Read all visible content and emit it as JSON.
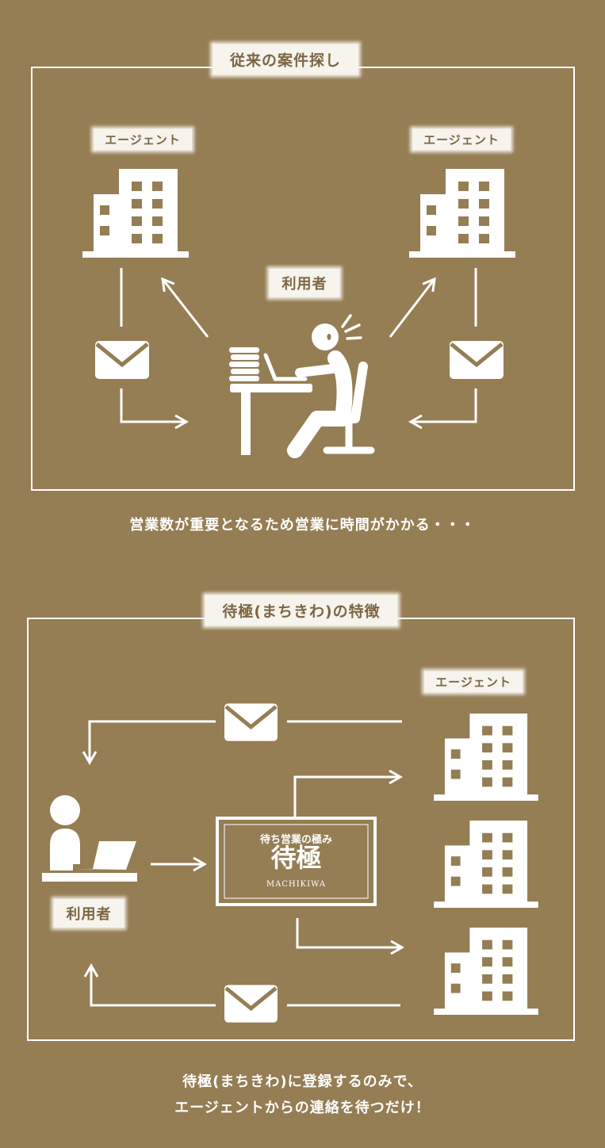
{
  "colors": {
    "background": "#957d54",
    "foreground": "#ffffff",
    "label_text": "#7d6643"
  },
  "section1": {
    "title": "従来の案件探し",
    "agent_left": "エージェント",
    "agent_right": "エージェント",
    "user": "利用者",
    "caption": "営業数が重要となるため営業に時間がかかる・・・"
  },
  "section2": {
    "title": "待極(まちきわ)の特徴",
    "agent": "エージェント",
    "user": "利用者",
    "logo": {
      "tagline": "待ち営業の極み",
      "name": "待極",
      "romaji": "MACHIKIWA"
    },
    "caption_line1": "待極(まちきわ)に登録するのみで、",
    "caption_line2": "エージェントからの連絡を待つだけ！"
  }
}
